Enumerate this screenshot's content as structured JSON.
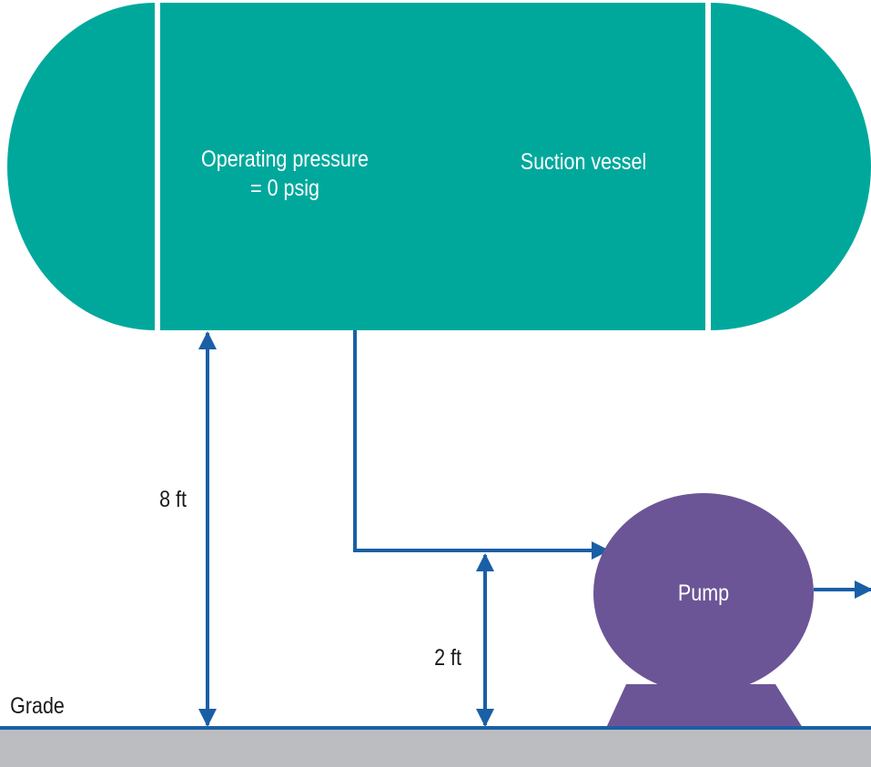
{
  "vessel": {
    "label": "Suction vessel",
    "operating_pressure_line1": "Operating pressure",
    "operating_pressure_line2": "= 0 psig",
    "color": "#00a89c"
  },
  "pump": {
    "label": "Pump",
    "color": "#6b5596"
  },
  "dimensions": {
    "vessel_elevation": "8 ft",
    "pump_suction_elevation": "2 ft"
  },
  "grade": {
    "label": "Grade",
    "line_color": "#1a5fa6",
    "ground_color": "#bcbdc0"
  },
  "pipe_color": "#1a5fa6"
}
